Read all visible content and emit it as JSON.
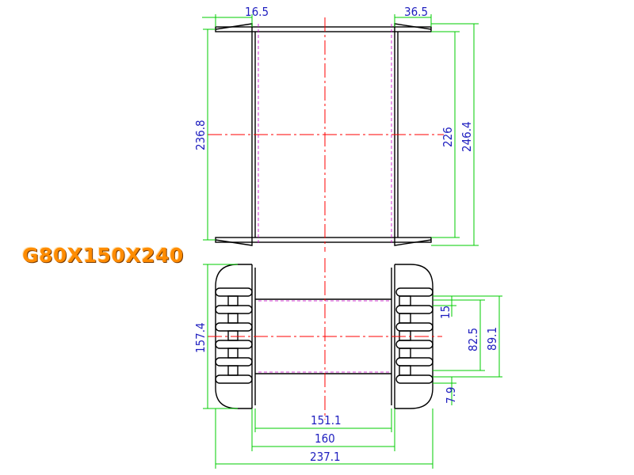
{
  "model_label": "G80X150X240",
  "dimensions": {
    "top_left_flange": "16.5",
    "top_right_flange": "36.5",
    "left_height": "236.8",
    "inner_height": "226",
    "outer_height": "246.4",
    "bottom_height": "157.4",
    "pin_spacing": "15",
    "pin_span_inner": "82.5",
    "pin_span_outer": "89.1",
    "pin_width": "7.9",
    "inner_width": "151.1",
    "body_width": "160",
    "total_width": "237.1"
  },
  "colors": {
    "outline": "#000000",
    "dimension_line": "#00cc00",
    "dimension_text": "#1f1fbf",
    "center_line": "#ff0000",
    "hidden_line": "#cc00cc",
    "label": "#ff8c00"
  }
}
